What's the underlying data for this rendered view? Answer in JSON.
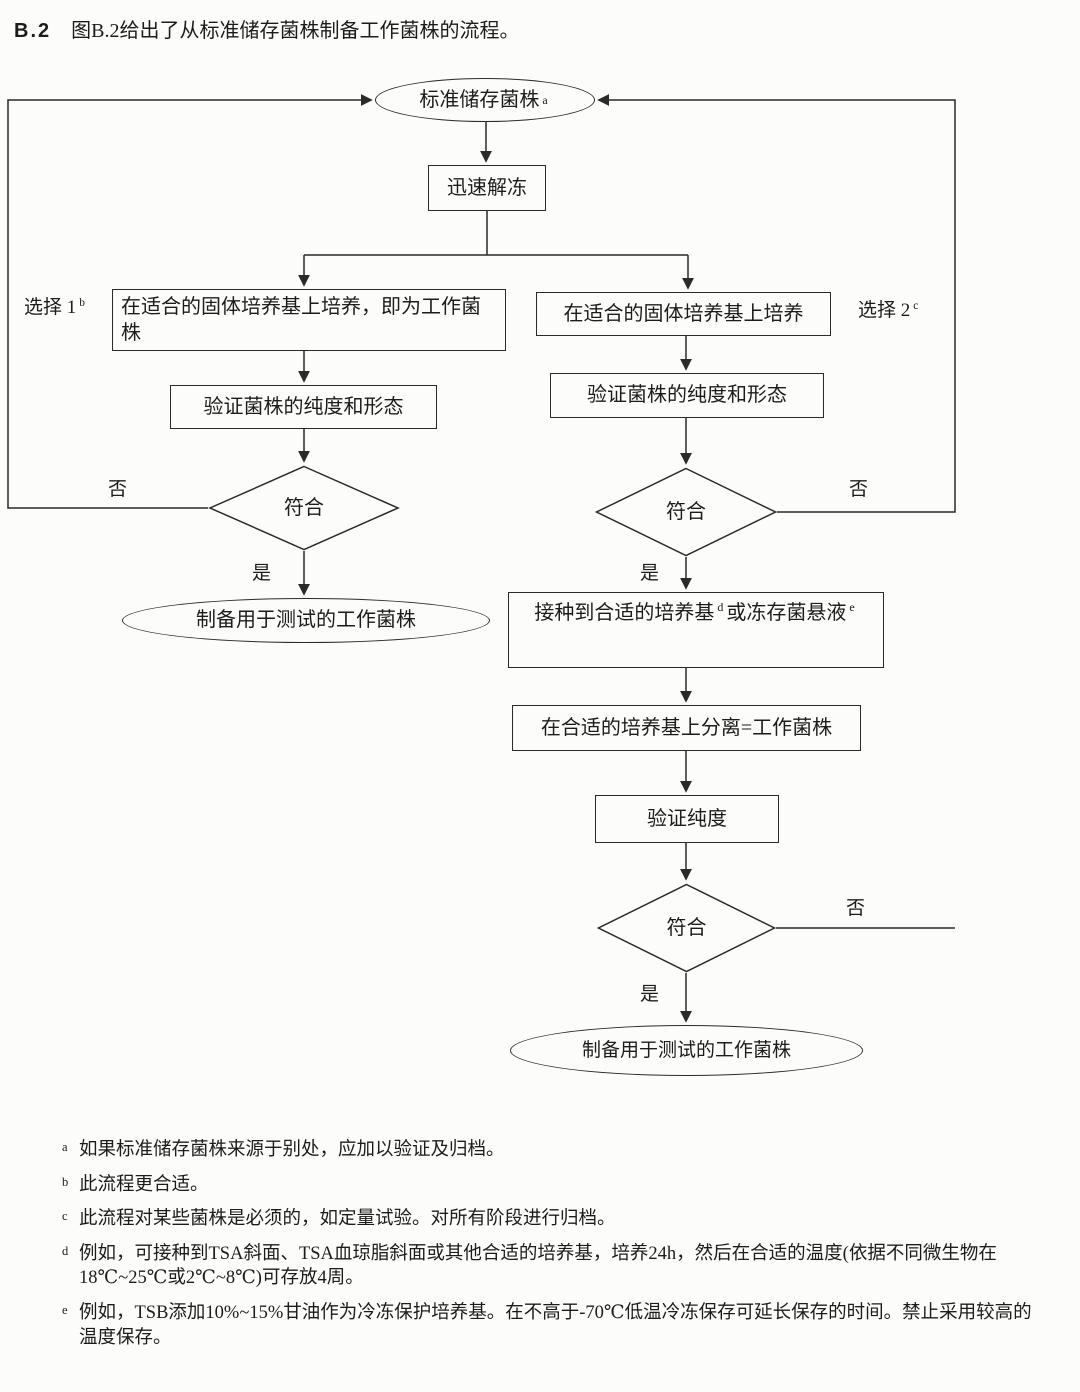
{
  "page": {
    "bg": "#fcfcfa",
    "ink": "#2a2a2a"
  },
  "heading": {
    "num": "B.2",
    "text": "图B.2给出了从标准储存菌株制备工作菌株的流程。"
  },
  "flow": {
    "start": {
      "text": "标准储存菌株",
      "sup": "a"
    },
    "thaw": "迅速解冻",
    "select1": {
      "text": "选择 1",
      "sup": "b"
    },
    "select2": {
      "text": "选择 2",
      "sup": "c"
    },
    "left_culture": "在适合的固体培养基上培养，即为工作菌株",
    "right_culture": "在适合的固体培养基上培养",
    "left_verify": "验证菌株的纯度和形态",
    "right_verify": "验证菌株的纯度和形态",
    "decision": "符合",
    "yes": "是",
    "no": "否",
    "left_result": "制备用于测试的工作菌株",
    "inoculate": {
      "t1": "接种到合适的培养基",
      "s1": "d",
      "t2": "或冻存菌悬液",
      "s2": "e"
    },
    "separate": "在合适的培养基上分离=工作菌株",
    "purity": "验证纯度",
    "bottom_result": "制备用于测试的工作菌株"
  },
  "footnotes": [
    {
      "sup": "a",
      "text": "如果标准储存菌株来源于别处，应加以验证及归档。"
    },
    {
      "sup": "b",
      "text": "此流程更合适。"
    },
    {
      "sup": "c",
      "text": "此流程对某些菌株是必须的，如定量试验。对所有阶段进行归档。"
    },
    {
      "sup": "d",
      "text": "例如，可接种到TSA斜面、TSA血琼脂斜面或其他合适的培养基，培养24h，然后在合适的温度(依据不同微生物在18℃~25℃或2℃~8℃)可存放4周。"
    },
    {
      "sup": "e",
      "text": "例如，TSB添加10%~15%甘油作为冷冻保护培养基。在不高于-70℃低温冷冻保存可延长保存的时间。禁止采用较高的温度保存。"
    }
  ]
}
